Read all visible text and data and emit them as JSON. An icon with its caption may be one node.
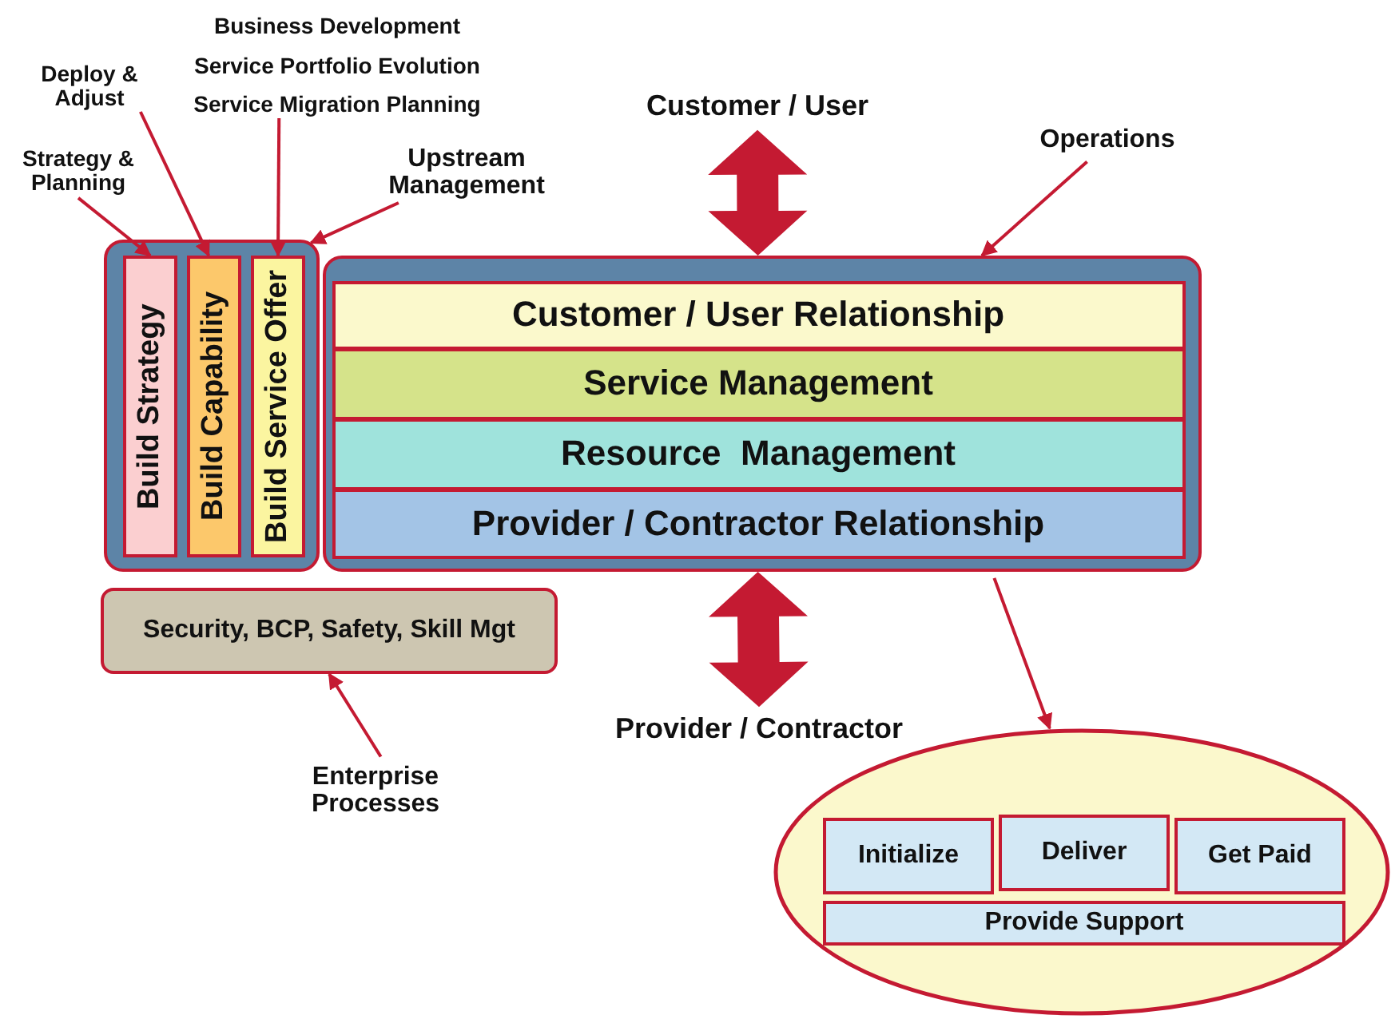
{
  "diagram": {
    "nodes": [
      {
        "text": [
          "Strategy & Planning"
        ]
      },
      {
        "text": [
          "Deploy & Adjust"
        ]
      },
      {
        "text": [
          "Business Development",
          "Service Portfolio Evolution",
          "Service Migration Planning"
        ]
      },
      {
        "text": [
          "Upstream Management"
        ]
      },
      {
        "text": [
          "Customer / User"
        ]
      },
      {
        "text": [
          "Operations"
        ]
      },
      {
        "text": [],
        "shape": "box"
      },
      {
        "text": [
          "Build Strategy"
        ],
        "in": 6
      },
      {
        "text": [
          "Build Capability"
        ],
        "in": 6
      },
      {
        "text": [
          "Build Service Offer"
        ],
        "in": 6
      },
      {
        "text": [],
        "shape": "box"
      },
      {
        "text": [
          "Customer / User Relationship"
        ],
        "in": 10
      },
      {
        "text": [
          "Service Management"
        ],
        "in": 10
      },
      {
        "text": [
          "Resource  Management"
        ],
        "in": 10
      },
      {
        "text": [
          "Provider / Contractor Relationship"
        ],
        "in": 10
      },
      {
        "text": [
          "Security, BCP, Safety, Skill Mgt"
        ]
      },
      {
        "text": [
          "Enterprise Processes"
        ]
      },
      {
        "text": [
          "Provider / Contractor"
        ]
      },
      {
        "text": [],
        "shape": "ellipse"
      },
      {
        "text": [
          "Initialize"
        ],
        "in": 18
      },
      {
        "text": [
          "Deliver"
        ],
        "in": 18
      },
      {
        "text": [
          "Get Paid"
        ],
        "in": 18
      },
      {
        "text": [
          "Provide Support"
        ],
        "in": 18
      }
    ],
    "edges": [
      {
        "from": 0,
        "to": 7,
        "arrow": "to"
      },
      {
        "from": 1,
        "to": 8,
        "arrow": "to"
      },
      {
        "from": 2,
        "to": 9,
        "arrow": "to"
      },
      {
        "from": 3,
        "to": 6,
        "arrow": "to"
      },
      {
        "from": 4,
        "to": 10,
        "arrow": "both",
        "style": "thick"
      },
      {
        "from": 5,
        "to": 10,
        "arrow": "to"
      },
      {
        "from": 17,
        "to": 10,
        "arrow": "both",
        "style": "thick"
      },
      {
        "from": 16,
        "to": 15,
        "arrow": "to"
      },
      {
        "from": 10,
        "to": 18,
        "arrow": "to"
      }
    ]
  }
}
